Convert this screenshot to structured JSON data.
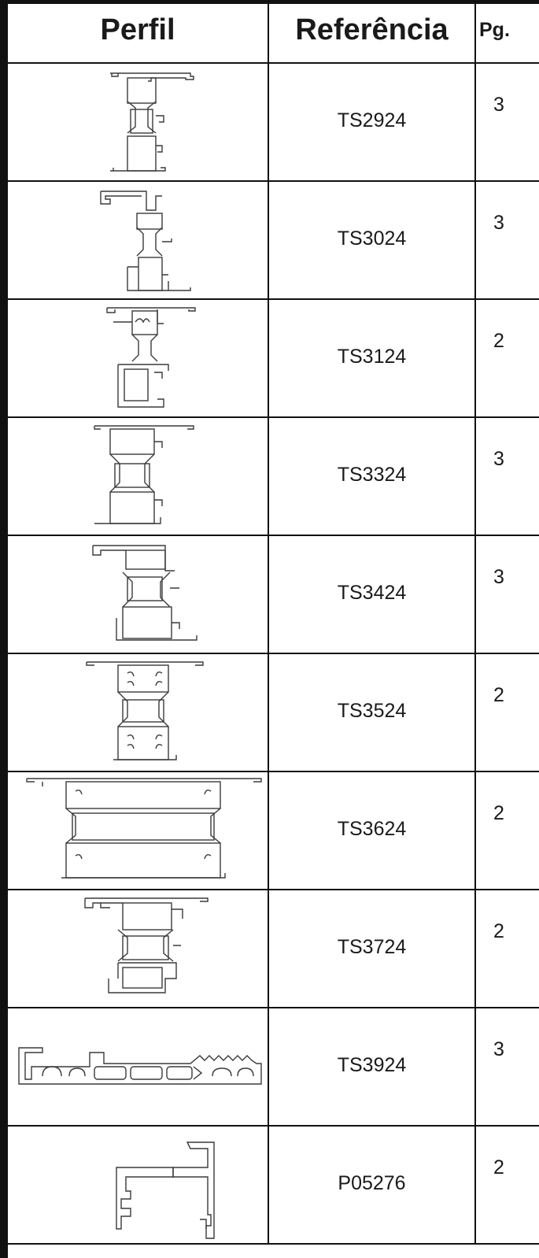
{
  "table": {
    "headers": {
      "profile": "Perfil",
      "reference": "Referência",
      "page": "Pg."
    },
    "rows": [
      {
        "drawing": "profile-drawing-ts2924",
        "reference": "TS2924",
        "page": "3"
      },
      {
        "drawing": "profile-drawing-ts3024",
        "reference": "TS3024",
        "page": "3"
      },
      {
        "drawing": "profile-drawing-ts3124",
        "reference": "TS3124",
        "page": "2"
      },
      {
        "drawing": "profile-drawing-ts3324",
        "reference": "TS3324",
        "page": "3"
      },
      {
        "drawing": "profile-drawing-ts3424",
        "reference": "TS3424",
        "page": "3"
      },
      {
        "drawing": "profile-drawing-ts3524",
        "reference": "TS3524",
        "page": "2"
      },
      {
        "drawing": "profile-drawing-ts3624",
        "reference": "TS3624",
        "page": "2"
      },
      {
        "drawing": "profile-drawing-ts3724",
        "reference": "TS3724",
        "page": "2"
      },
      {
        "drawing": "profile-drawing-ts3924",
        "reference": "TS3924",
        "page": "3"
      },
      {
        "drawing": "profile-drawing-p05276",
        "reference": "P05276",
        "page": "2"
      }
    ]
  },
  "colors": {
    "ink": "#111111",
    "drawing_stroke": "#3a3a3a",
    "background": "#ffffff"
  }
}
